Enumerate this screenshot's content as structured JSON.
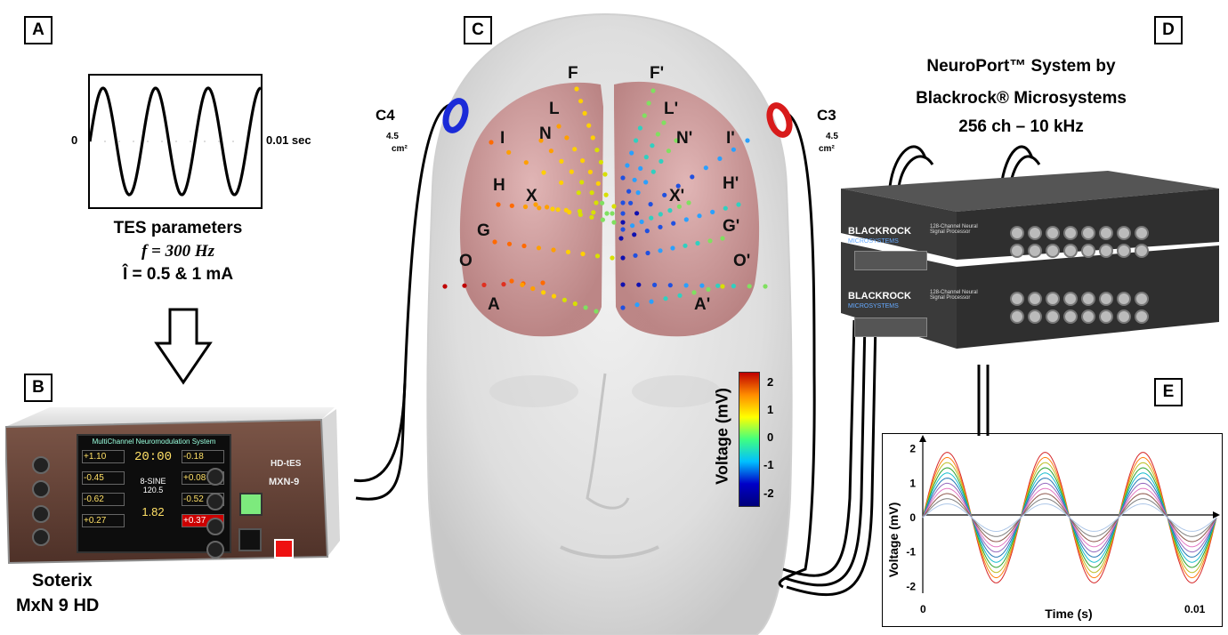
{
  "panels": {
    "A": "A",
    "B": "B",
    "C": "C",
    "D": "D",
    "E": "E"
  },
  "panel_a": {
    "axis_zero": "0",
    "axis_end": "0.01 sec",
    "tes_title": "TES parameters",
    "freq_line": "f = 300 Hz",
    "amp_line": "Î = 0.5 & 1 mA"
  },
  "panel_b": {
    "device_name_line1": "Soterix",
    "device_name_line2": "MxN 9 HD",
    "screen_title": "MultiChannel Neuromodulation System",
    "model_line1": "HD-tES",
    "model_line2": "MXN-9",
    "readouts_left": [
      "+1.10",
      "-0.45",
      "-0.62",
      "+0.27"
    ],
    "readouts_right": [
      "-0.18",
      "+0.08",
      "-0.52",
      "+0.37"
    ],
    "center_time": "20:00",
    "center_mode": "8-SINE",
    "center_val": "120.5",
    "center_current": "1.82"
  },
  "panel_c": {
    "c4_label": "C4",
    "c4_area": "4.5",
    "c4_unit": "cm²",
    "c3_label": "C3",
    "c3_area": "4.5",
    "c3_unit": "cm²",
    "electrodes_left": [
      "F",
      "L",
      "I",
      "N",
      "H",
      "X",
      "G",
      "O",
      "A"
    ],
    "electrodes_right": [
      "F'",
      "L'",
      "N'",
      "I'",
      "X'",
      "H'",
      "G'",
      "O'",
      "A'"
    ],
    "colorbar_title": "Voltage (mV)",
    "colorbar_ticks": [
      "2",
      "1",
      "0",
      "-1",
      "-2"
    ],
    "colorbar_colors": [
      "#c00000",
      "#ff8c00",
      "#ffff00",
      "#40ff80",
      "#00c0ff",
      "#0000c8",
      "#00007a"
    ]
  },
  "panel_d": {
    "title_line1": "NeuroPort™ System by",
    "title_line2": "Blackrock® Microsystems",
    "title_line3": "256 ch – 10 kHz",
    "unit_brand": "BLACKROCK",
    "unit_sub": "MICROSYSTEMS",
    "unit_desc": "128-Channel Neural Signal Processor"
  },
  "chart_data": {
    "type": "line",
    "xlabel": "Time (s)",
    "ylabel": "Voltage (mV)",
    "xlim": [
      0,
      0.01
    ],
    "ylim": [
      -2.2,
      2.2
    ],
    "x_ticks": [
      "0",
      "0.01"
    ],
    "y_ticks": [
      "2",
      "1",
      "0",
      "-1",
      "-2"
    ],
    "frequency_hz": 300,
    "series": [
      {
        "amplitude": 1.9,
        "color": "#d62728"
      },
      {
        "amplitude": 1.75,
        "color": "#ff7f0e"
      },
      {
        "amplitude": 1.6,
        "color": "#bcbd22"
      },
      {
        "amplitude": 1.45,
        "color": "#2ca02c"
      },
      {
        "amplitude": 1.3,
        "color": "#17becf"
      },
      {
        "amplitude": 1.15,
        "color": "#1f77b4"
      },
      {
        "amplitude": 1.0,
        "color": "#9467bd"
      },
      {
        "amplitude": 0.85,
        "color": "#e377c2"
      },
      {
        "amplitude": 0.7,
        "color": "#8c564b"
      },
      {
        "amplitude": 0.55,
        "color": "#7f7f7f"
      },
      {
        "amplitude": 0.4,
        "color": "#aec7e8"
      }
    ]
  }
}
